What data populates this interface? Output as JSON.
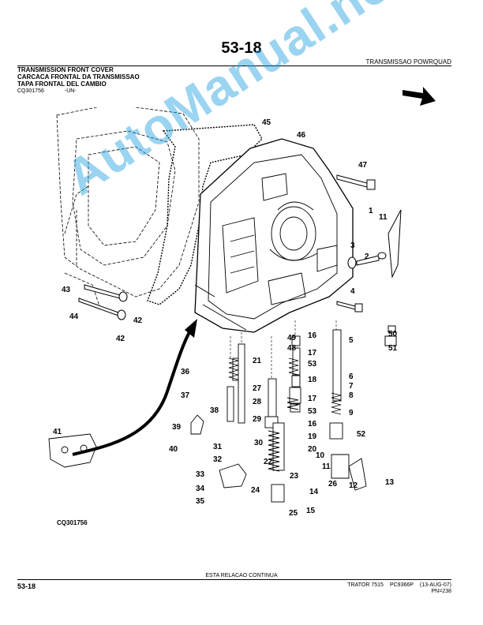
{
  "header": {
    "page_number": "53-18",
    "section": "TRANSMISSAO POWRQUAD",
    "titles": [
      "TRANSMISSION FRONT COVER",
      "CARCACA FRONTAL DA TRANSMISSAO",
      "TAPA FRONTAL DEL CAMBIO"
    ],
    "figure_id": "CQ301756",
    "figure_suffix": "-UN-"
  },
  "figure": {
    "caption_code": "CQ301756",
    "watermark": "AutoManual.net",
    "direction_icon": "arrow-right-down-icon",
    "callouts": [
      "1",
      "2",
      "3",
      "4",
      "5",
      "6",
      "7",
      "8",
      "9",
      "10",
      "11",
      "11",
      "12",
      "13",
      "14",
      "15",
      "16",
      "16",
      "17",
      "17",
      "18",
      "19",
      "20",
      "21",
      "22",
      "23",
      "24",
      "25",
      "26",
      "27",
      "28",
      "29",
      "30",
      "31",
      "32",
      "33",
      "34",
      "35",
      "36",
      "37",
      "38",
      "39",
      "40",
      "41",
      "42",
      "42",
      "43",
      "44",
      "45",
      "46",
      "47",
      "48",
      "49",
      "50",
      "51",
      "52",
      "53",
      "53"
    ]
  },
  "footer": {
    "continue_text": "ESTA RELACAO CONTINUA",
    "page_number": "53-18",
    "model": "TRATOR 7515",
    "publication": "PC9366P",
    "date": "(13-AUG-07)",
    "page_code": "PN=238"
  }
}
